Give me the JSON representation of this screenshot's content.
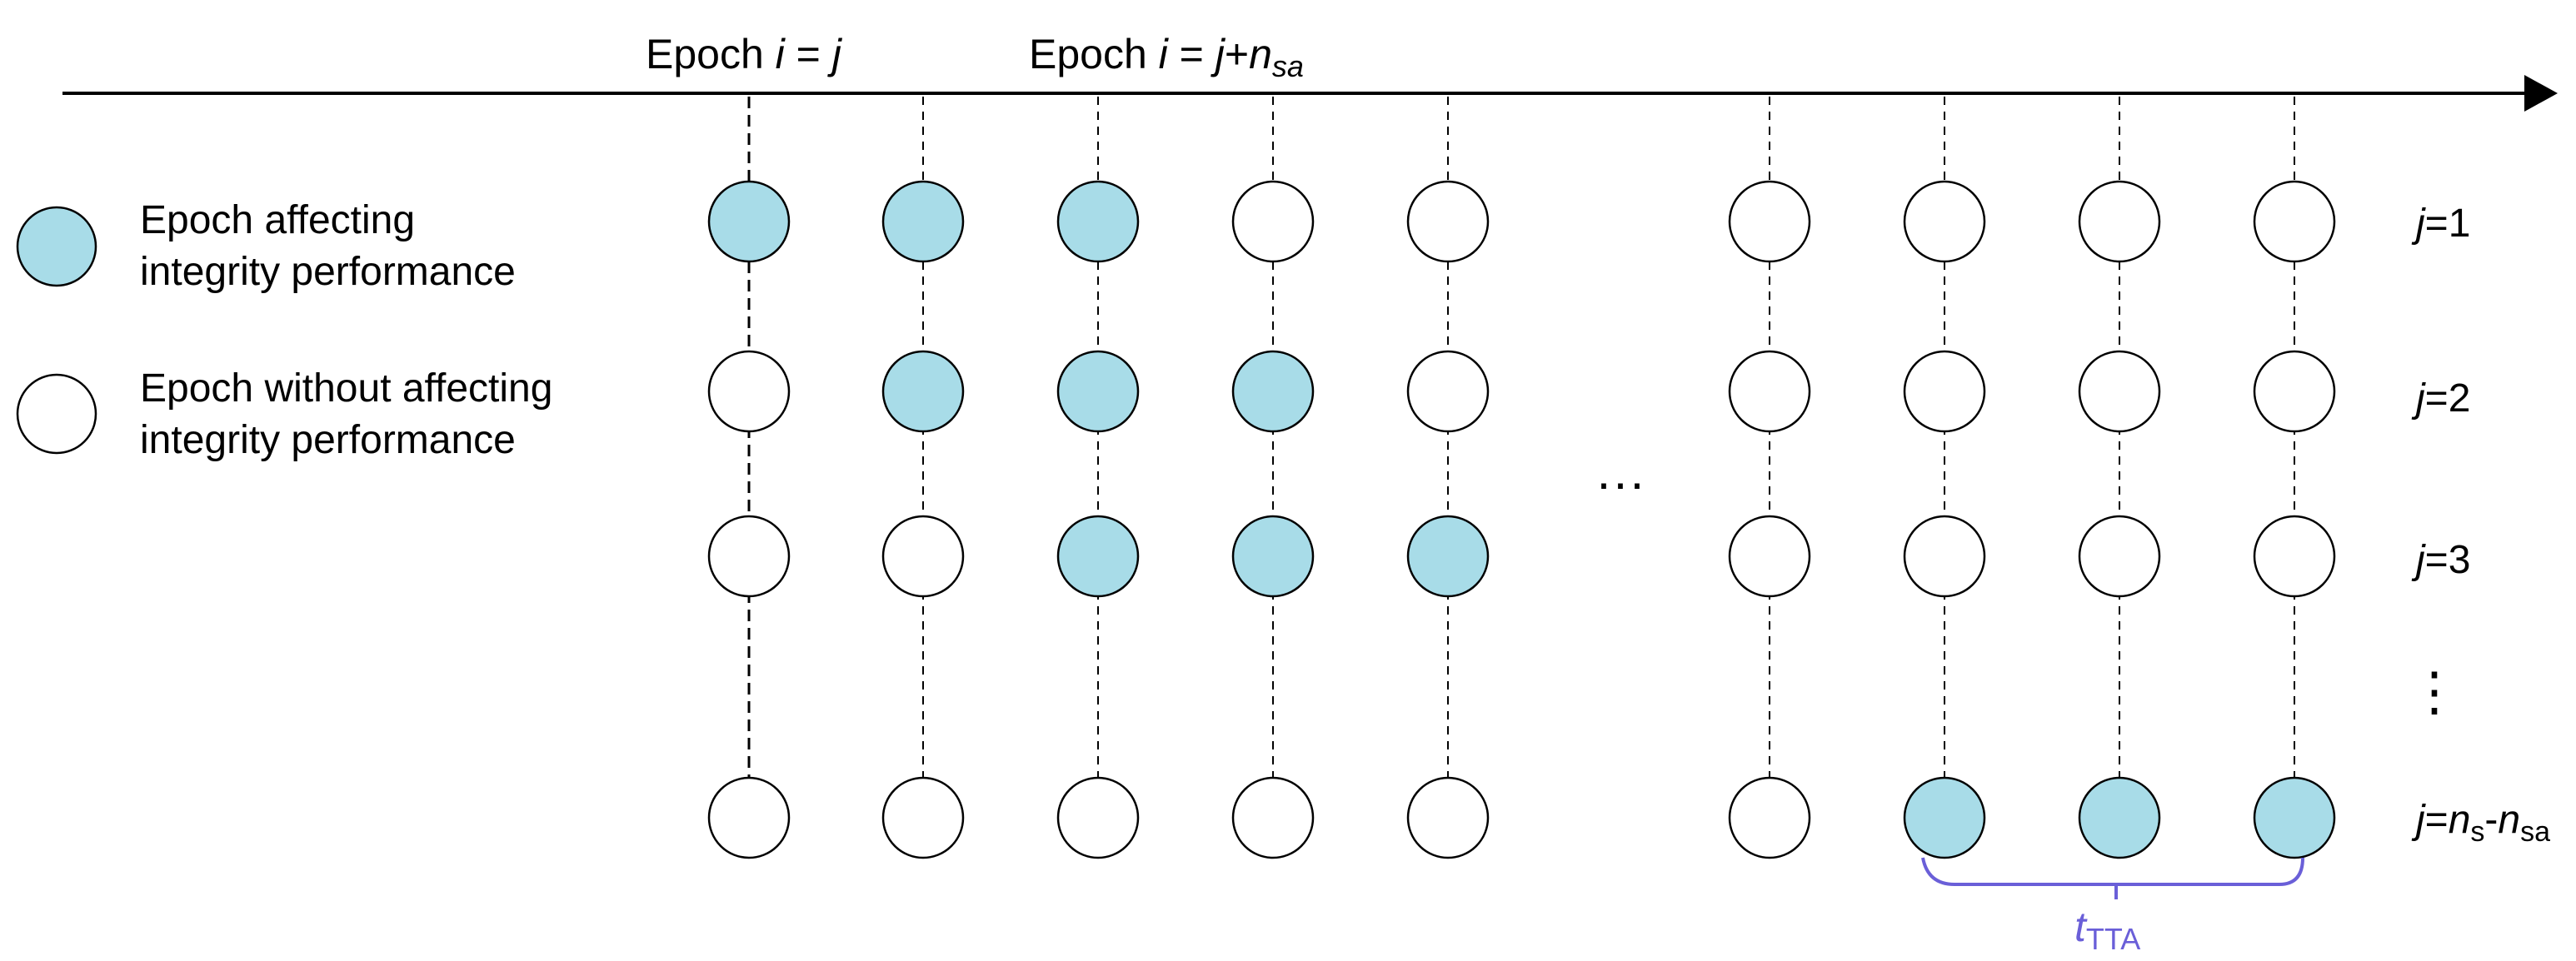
{
  "header_labels": {
    "epoch_j": {
      "prefix": "Epoch ",
      "i": "i",
      "eq": " = ",
      "j": "j"
    },
    "epoch_j_nsa": {
      "prefix": "Epoch ",
      "i": "i",
      "eq": " = ",
      "j": "j",
      "plus": "+",
      "n": "n",
      "sub": "sa"
    }
  },
  "legend": {
    "filled_line1": "Epoch affecting",
    "filled_line2": "integrity performance",
    "empty_line1": "Epoch without affecting",
    "empty_line2": "integrity performance"
  },
  "row_labels": [
    {
      "j": "j",
      "rest": "=1"
    },
    {
      "j": "j",
      "rest": "=2"
    },
    {
      "j": "j",
      "rest": "=3"
    },
    {
      "j": "j",
      "eq": "=",
      "n1": "n",
      "s1": "s",
      "dash": "-",
      "n2": "n",
      "s2": "sa"
    }
  ],
  "ellipsis_horizontal": "···",
  "ellipsis_vertical": "⋮",
  "bracket_label": {
    "t": "t",
    "sub": "TTA"
  },
  "rows": [
    [
      true,
      true,
      true,
      false,
      false,
      false,
      false,
      false,
      false
    ],
    [
      false,
      true,
      true,
      true,
      false,
      false,
      false,
      false,
      false
    ],
    [
      false,
      false,
      true,
      true,
      true,
      false,
      false,
      false,
      false
    ],
    [
      false,
      false,
      false,
      false,
      false,
      false,
      true,
      true,
      true
    ]
  ],
  "colors": {
    "filled": "#a8dce8",
    "empty": "#ffffff",
    "stroke": "#000000",
    "bracket": "#6a5fd8"
  }
}
